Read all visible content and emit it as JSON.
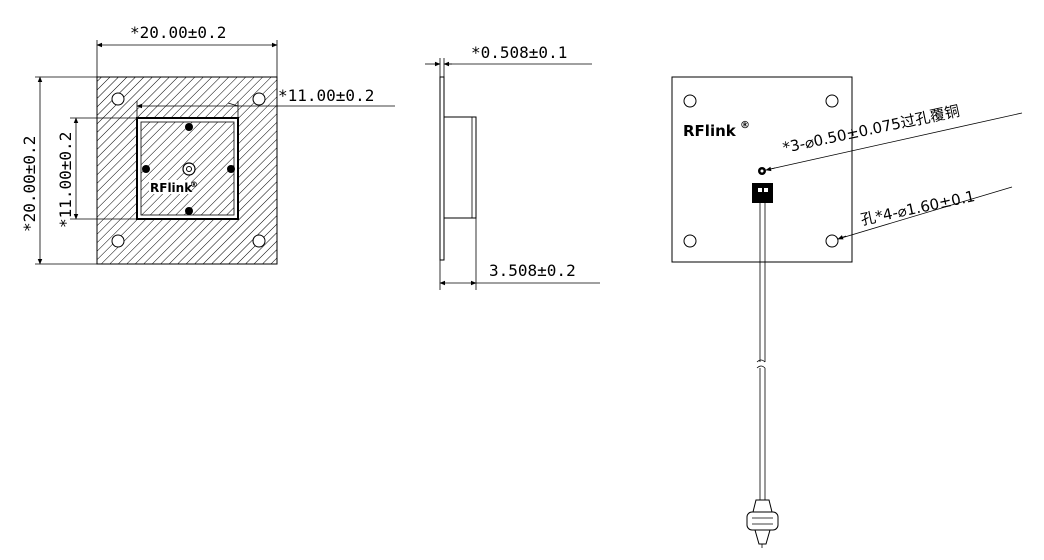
{
  "front_view": {
    "dim_width": "*20.00±0.2",
    "dim_inner_width": "*11.00±0.2",
    "dim_height": "*20.00±0.2",
    "dim_inner_height": "*11.00±0.2",
    "logo": "RFlink",
    "logo_mark": "®"
  },
  "side_view": {
    "dim_thickness": "*0.508±0.1",
    "dim_total": "3.508±0.2"
  },
  "back_view": {
    "logo": "RFlink",
    "logo_mark": "®",
    "via_note": "*3-⌀0.50±0.075过孔覆铜",
    "hole_note": "孔*4-⌀1.60±0.1"
  }
}
